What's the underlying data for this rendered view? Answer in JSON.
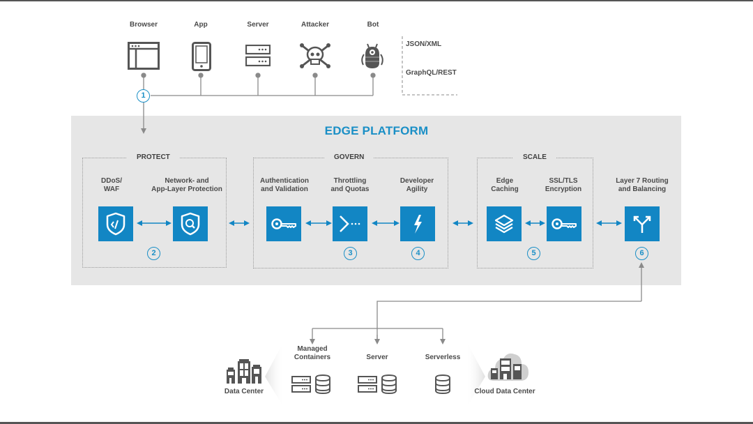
{
  "clients": [
    {
      "label": "Browser",
      "icon": "browser-window-icon"
    },
    {
      "label": "App",
      "icon": "mobile-device-icon"
    },
    {
      "label": "Server",
      "icon": "server-icon"
    },
    {
      "label": "Attacker",
      "icon": "skull-crossbones-icon"
    },
    {
      "label": "Bot",
      "icon": "robot-icon"
    }
  ],
  "api_formats": [
    "JSON/XML",
    "GraphQL/REST"
  ],
  "platform": {
    "title": "EDGE PLATFORM",
    "groups": [
      {
        "title": "PROTECT"
      },
      {
        "title": "GOVERN"
      },
      {
        "title": "SCALE"
      }
    ],
    "services": [
      {
        "label": "DDoS/\nWAF",
        "icon": "shield-code-icon"
      },
      {
        "label": "Network- and\nApp-Layer Protection",
        "icon": "shield-search-icon"
      },
      {
        "label": "Authentication\nand Validation",
        "icon": "key-icon"
      },
      {
        "label": "Throttling\nand Quotas",
        "icon": "chevron-dots-icon"
      },
      {
        "label": "Developer\nAgility",
        "icon": "lightning-icon"
      },
      {
        "label": "Edge\nCaching",
        "icon": "layers-icon"
      },
      {
        "label": "SSL/TLS\nEncryption",
        "icon": "key-icon"
      },
      {
        "label": "Layer 7 Routing\nand Balancing",
        "icon": "fork-arrows-icon"
      }
    ],
    "steps": [
      "1",
      "2",
      "3",
      "4",
      "5",
      "6"
    ]
  },
  "backends": {
    "left": {
      "label": "Data Center",
      "icon": "buildings-icon"
    },
    "right": {
      "label": "Cloud Data Center",
      "icon": "cloud-buildings-icon"
    },
    "targets": [
      {
        "label": "Managed\nContainers",
        "icons": [
          "server-icon",
          "database-icon"
        ]
      },
      {
        "label": "Server",
        "icons": [
          "server-icon",
          "database-icon"
        ]
      },
      {
        "label": "Serverless",
        "icons": [
          "database-icon"
        ]
      }
    ]
  },
  "colors": {
    "accent": "#1286c4",
    "title": "#1a8fc6",
    "panel": "#e6e6e6",
    "connector": "#8a8a8a",
    "icon_gray": "#555555"
  }
}
